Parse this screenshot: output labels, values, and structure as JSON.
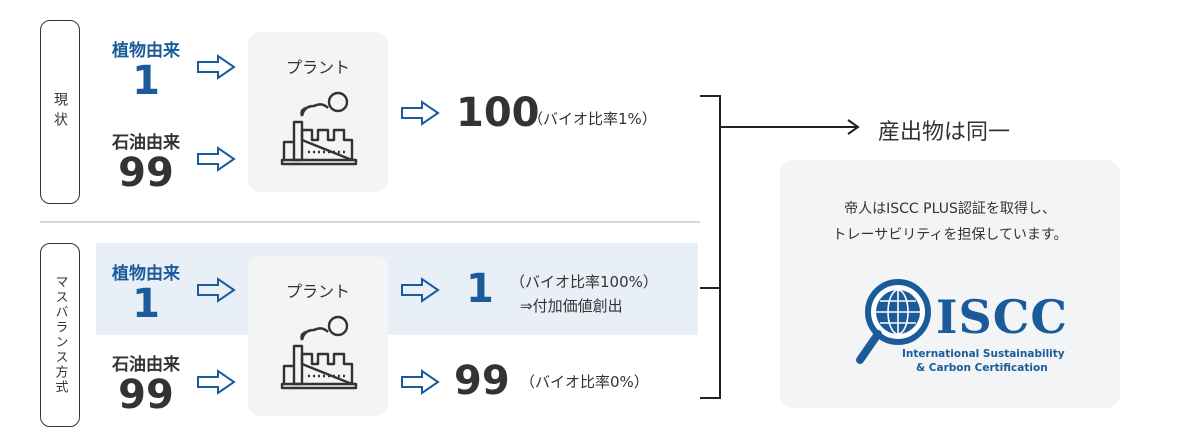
{
  "sections": {
    "current": "現状",
    "massbalance": "マスバランス方式"
  },
  "current": {
    "plant_based": {
      "label": "植物由来",
      "value": "1"
    },
    "petroleum": {
      "label": "石油由来",
      "value": "99"
    },
    "plant_label": "プラント",
    "output_value": "100",
    "output_note": "（バイオ比率1%）"
  },
  "massbalance": {
    "plant_based": {
      "label": "植物由来",
      "value": "1"
    },
    "petroleum": {
      "label": "石油由来",
      "value": "99"
    },
    "plant_label": "プラント",
    "output1_value": "1",
    "output1_note_line1": "（バイオ比率100%）",
    "output1_note_line2": "⇒付加価値創出",
    "output2_value": "99",
    "output2_note": "（バイオ比率0%）"
  },
  "result_label": "産出物は同一",
  "iscc": {
    "line1": "帝人はISCC PLUS認証を取得し、",
    "line2": "トレーサビリティを担保しています。",
    "logo_text": "ISCC",
    "logo_sub1": "International Sustainability",
    "logo_sub2": "& Carbon Certification"
  },
  "colors": {
    "accent_blue": "#1b5b9a",
    "highlight_bg": "#e8eff6",
    "panel_bg": "#f3f4f6"
  },
  "icons": [
    "arrow-right-outline-icon",
    "factory-icon",
    "globe-magnifier-icon"
  ]
}
